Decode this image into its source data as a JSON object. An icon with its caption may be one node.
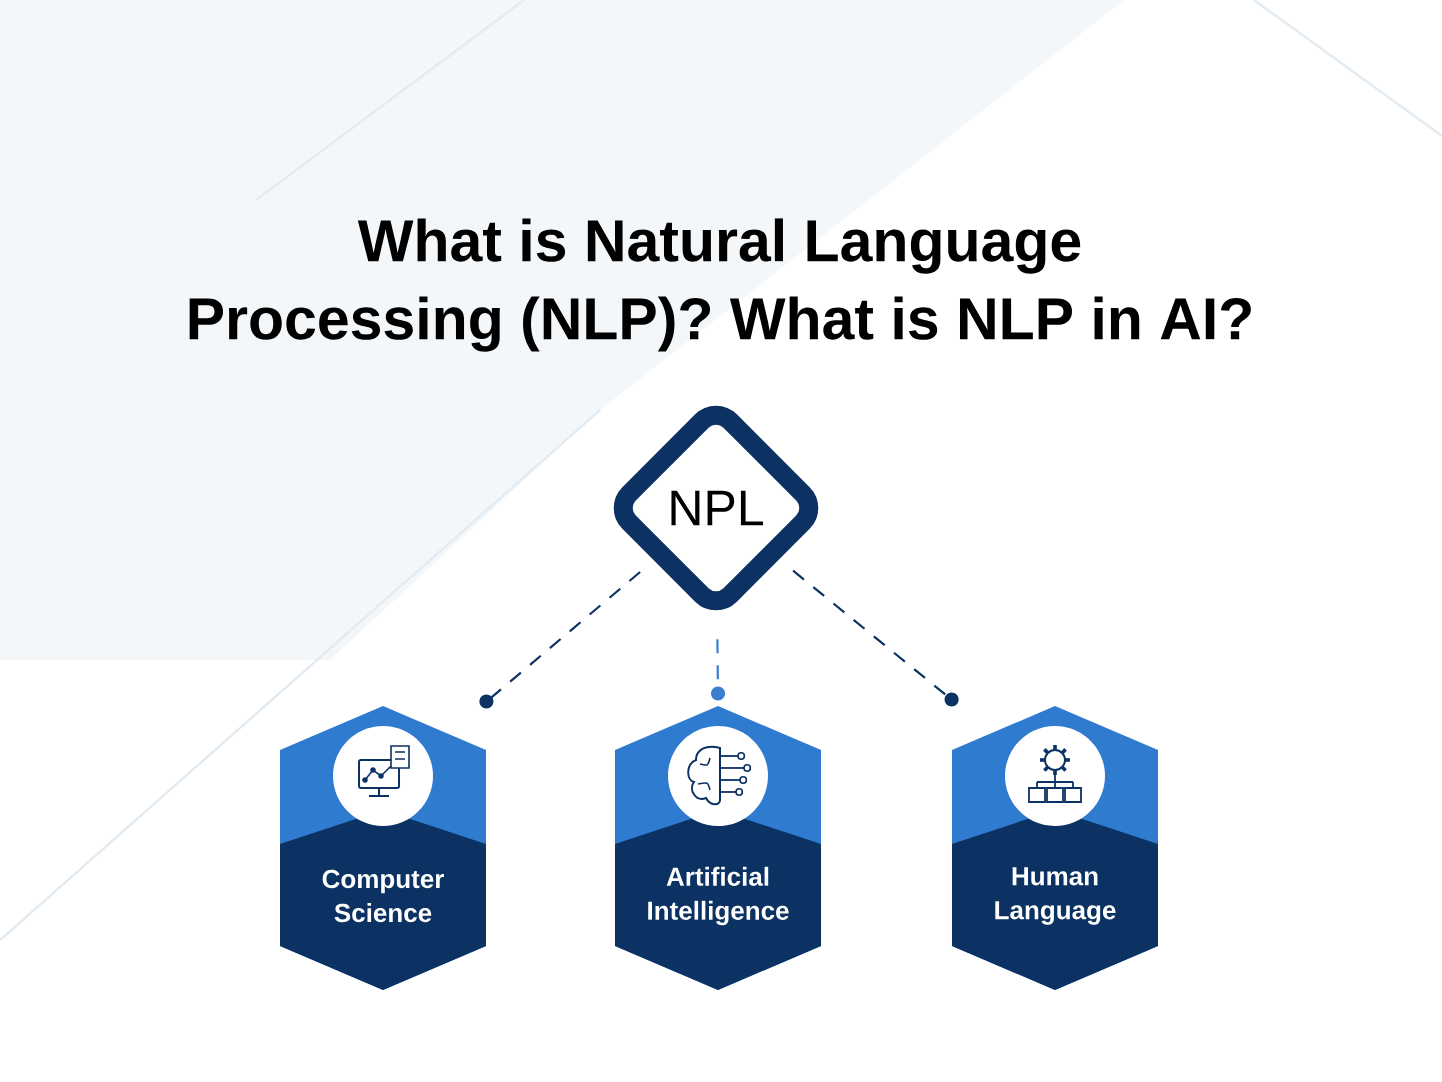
{
  "diagram": {
    "title": "What is Natural Language Processing (NLP)? What is NLP in AI?",
    "nodes": [
      {
        "text": [
          "NPL"
        ]
      },
      {
        "text": [
          "Computer Science"
        ]
      },
      {
        "text": [
          "Artificial Intelligence"
        ]
      },
      {
        "text": [
          "Human Language"
        ]
      }
    ],
    "edges": [
      {
        "from": 0,
        "to": 1,
        "arrow": "other",
        "style": "dashed"
      },
      {
        "from": 0,
        "to": 2,
        "arrow": "other",
        "style": "dashed",
        "color": "#3a7fd0"
      },
      {
        "from": 0,
        "to": 3,
        "arrow": "other",
        "style": "dashed"
      }
    ]
  }
}
